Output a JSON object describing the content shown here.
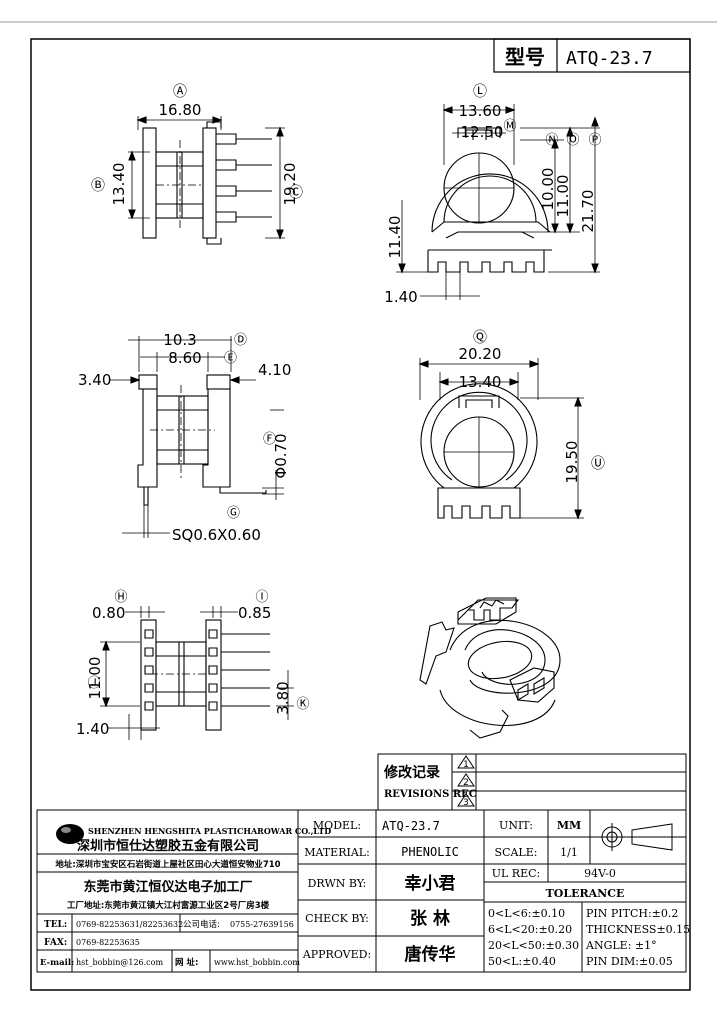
{
  "part": {
    "model_label": "型号",
    "model_value": "ATQ-23.7"
  },
  "top_left": {
    "width": "16.80",
    "height": "13.40",
    "total_height": "19.20",
    "tag_a": "Ⓐ",
    "tag_b": "Ⓑ",
    "tag_c": "Ⓒ"
  },
  "top_right": {
    "w1": "13.60",
    "w2": "12.50",
    "h1": "10.00",
    "h2": "11.00",
    "h3": "21.70",
    "h_left": "11.40",
    "pin_w": "1.40",
    "tag_l": "Ⓛ",
    "tag_m": "Ⓜ",
    "tag_n": "Ⓝ",
    "tag_o": "Ⓞ",
    "tag_p": "Ⓟ"
  },
  "mid_left": {
    "d1": "10.3",
    "d2": "8.60",
    "d3": "3.40",
    "d4": "4.10",
    "pin_dia": "Φ0.70",
    "pin_sq": "SQ0.6X0.60",
    "tag_d": "Ⓓ",
    "tag_e": "Ⓔ",
    "tag_f": "Ⓕ",
    "tag_g": "Ⓖ"
  },
  "mid_right": {
    "w1": "20.20",
    "w2": "13.40",
    "h1": "19.50",
    "tag_q": "Ⓠ",
    "tag_u": "Ⓤ"
  },
  "bottom_left": {
    "d1": "0.80",
    "d2": "0.85",
    "h1": "11.00",
    "pin_w": "1.40",
    "pitch": "3.80",
    "tag_h": "Ⓗ",
    "tag_i": "Ⓘ",
    "tag_j": "Ⓙ",
    "tag_k": "Ⓚ"
  },
  "revisions": {
    "title_cn": "修改记录",
    "title_en": "REVISIONS REC",
    "marks": [
      "1",
      "2",
      "3"
    ]
  },
  "company": {
    "name_en": "SHENZHEN HENGSHITA PLASTICHAROWAR CO.,LTD",
    "name_cn": "深圳市恒仕达塑胶五金有限公司",
    "address_cn": "地址:深圳市宝安区石岩街道上屋社区田心大道恒安物业710",
    "factory_cn": "东莞市黄江恒仪达电子加工厂",
    "factory_addr": "工厂地址:东莞市黄江镇大江村富源工业区2号厂房3楼",
    "tel_label": "TEL:",
    "tel": "0769-82253631/82253632",
    "company_tel_label": "公司电话:",
    "company_tel": "0755-27639156",
    "fax_label": "FAX:",
    "fax": "0769-82253635",
    "email_label": "E-mail:",
    "email": "hst_bobbin@126.com",
    "web_label": "网 址:",
    "web": "www.hst_bobbin.com"
  },
  "title_block": {
    "model_label": "MODEL:",
    "model": "ATQ-23.7",
    "material_label": "MATERIAL:",
    "material": "PHENOLIC",
    "drawn_label": "DRWN BY:",
    "drawn": "幸小君",
    "check_label": "CHECK BY:",
    "check": "张  林",
    "approved_label": "APPROVED:",
    "approved": "唐传华",
    "unit_label": "UNIT:",
    "unit": "MM",
    "scale_label": "SCALE:",
    "scale": "1/1",
    "ul_label": "UL REC:",
    "ul": "94V-0",
    "tolerance_label": "TOLERANCE",
    "tol_1": "0<L<6:±0.10",
    "tol_2": "6<L<20:±0.20",
    "tol_3": "20<L<50:±0.30",
    "tol_4": "50<L:±0.40",
    "tol_5": "PIN PITCH:±0.2",
    "tol_6": "THICKNESS±0.15",
    "tol_7": "ANGLE: ±1°",
    "tol_8": "PIN DIM:±0.05"
  }
}
